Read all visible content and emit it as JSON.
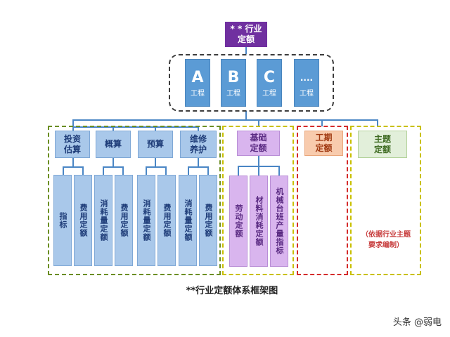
{
  "top": {
    "label_line1": "* * 行业",
    "label_line2": "定额"
  },
  "projects": [
    {
      "letter": "A",
      "sub": "工程"
    },
    {
      "letter": "B",
      "sub": "工程"
    },
    {
      "letter": "C",
      "sub": "工程"
    },
    {
      "letter": "....",
      "sub": "工程"
    }
  ],
  "categories": [
    {
      "line1": "投资",
      "line2": "估算"
    },
    {
      "line1": "概算",
      "line2": ""
    },
    {
      "line1": "预算",
      "line2": ""
    },
    {
      "line1": "维修",
      "line2": "养护"
    }
  ],
  "blue_columns": [
    "指标",
    "费用定额",
    "消耗量定额",
    "费用定额",
    "消耗量定额",
    "费用定额",
    "消耗量定额",
    "费用定额"
  ],
  "basic": {
    "line1": "基础",
    "line2": "定额",
    "columns": [
      "劳动定额",
      "材料消耗定额",
      "机械台班产量指标"
    ]
  },
  "period": {
    "line1": "工期",
    "line2": "定额"
  },
  "theme": {
    "line1": "主题",
    "line2": "定额",
    "note_line1": "（依据行业主题",
    "note_line2": "要求编制）"
  },
  "caption": "**行业定额体系框架图",
  "watermark": "头条 @弱电",
  "colors": {
    "top": "#7030a0",
    "blue": "#5b9bd5",
    "light_blue": "#a9c8ea",
    "purple": "#d9b5ee",
    "orange": "#f8cbad",
    "green": "#e2efda"
  }
}
